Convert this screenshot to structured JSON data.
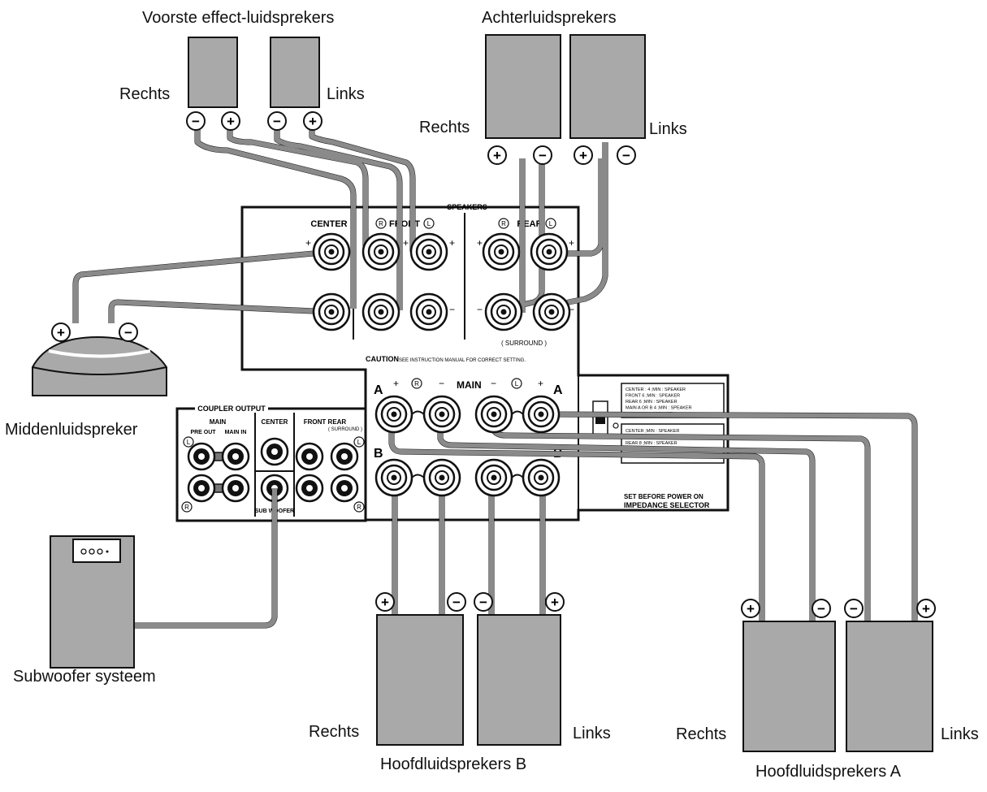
{
  "labels": {
    "front_effect_title": "Voorste effect-luidsprekers",
    "rear_title": "Achterluidsprekers",
    "front_right": "Rechts",
    "front_left": "Links",
    "rear_right": "Rechts",
    "rear_left": "Links",
    "center_speaker": "Middenluidspreker",
    "subwoofer": "Subwoofer systeem",
    "main_b_title": "Hoofdluidsprekers B",
    "main_b_right": "Rechts",
    "main_b_left": "Links",
    "main_a_title": "Hoofdluidsprekers A",
    "main_a_right": "Rechts",
    "main_a_left": "Links"
  },
  "panel": {
    "speakers": "SPEAKERS",
    "center": "CENTER",
    "front": "FRONT",
    "rear": "REAR",
    "surround": "( SURROUND )",
    "caution": "CAUTION",
    "caution_text": "SEE INSTRUCTION MANUAL FOR CORRECT SETTING.",
    "main": "MAIN",
    "a": "A",
    "b": "B",
    "coupler_output": "COUPLER OUTPUT",
    "main_small": "MAIN",
    "pre_out": "PRE OUT",
    "main_in": "MAIN IN",
    "center_small": "CENTER",
    "front_rear": "FRONT REAR",
    "surround_small": "( SURROUND )",
    "sub_woofer": "SUB WOOFER",
    "set_before": "SET BEFORE POWER ON",
    "impedance": "IMPEDANCE SELECTOR"
  },
  "symbols": {
    "plus": "+",
    "minus": "−",
    "r": "R",
    "l": "L"
  },
  "impedance_table": {
    "upper": [
      "CENTER : 4 ;MIN : SPEAKER",
      "FRONT 6 ;MIN : SPEAKER",
      "REAR 6 ;MIN : SPEAKER",
      "MAIN A OR B 4 ;MIN : SPEAKER",
      "A+B 8 ;MIN : SPEAKER"
    ],
    "lower": [
      "CENTER ;MIN : SPEAKER",
      "FRONT 8 ;MIN : SPEAKER",
      "REAR 8 ;MIN : SPEAKER",
      "MAIN A OR B 8 ;MIN : SPEAKER"
    ]
  },
  "colors": {
    "cable": "#8a8a8a",
    "speaker_fill": "#a9a9a9",
    "line": "#111111"
  }
}
